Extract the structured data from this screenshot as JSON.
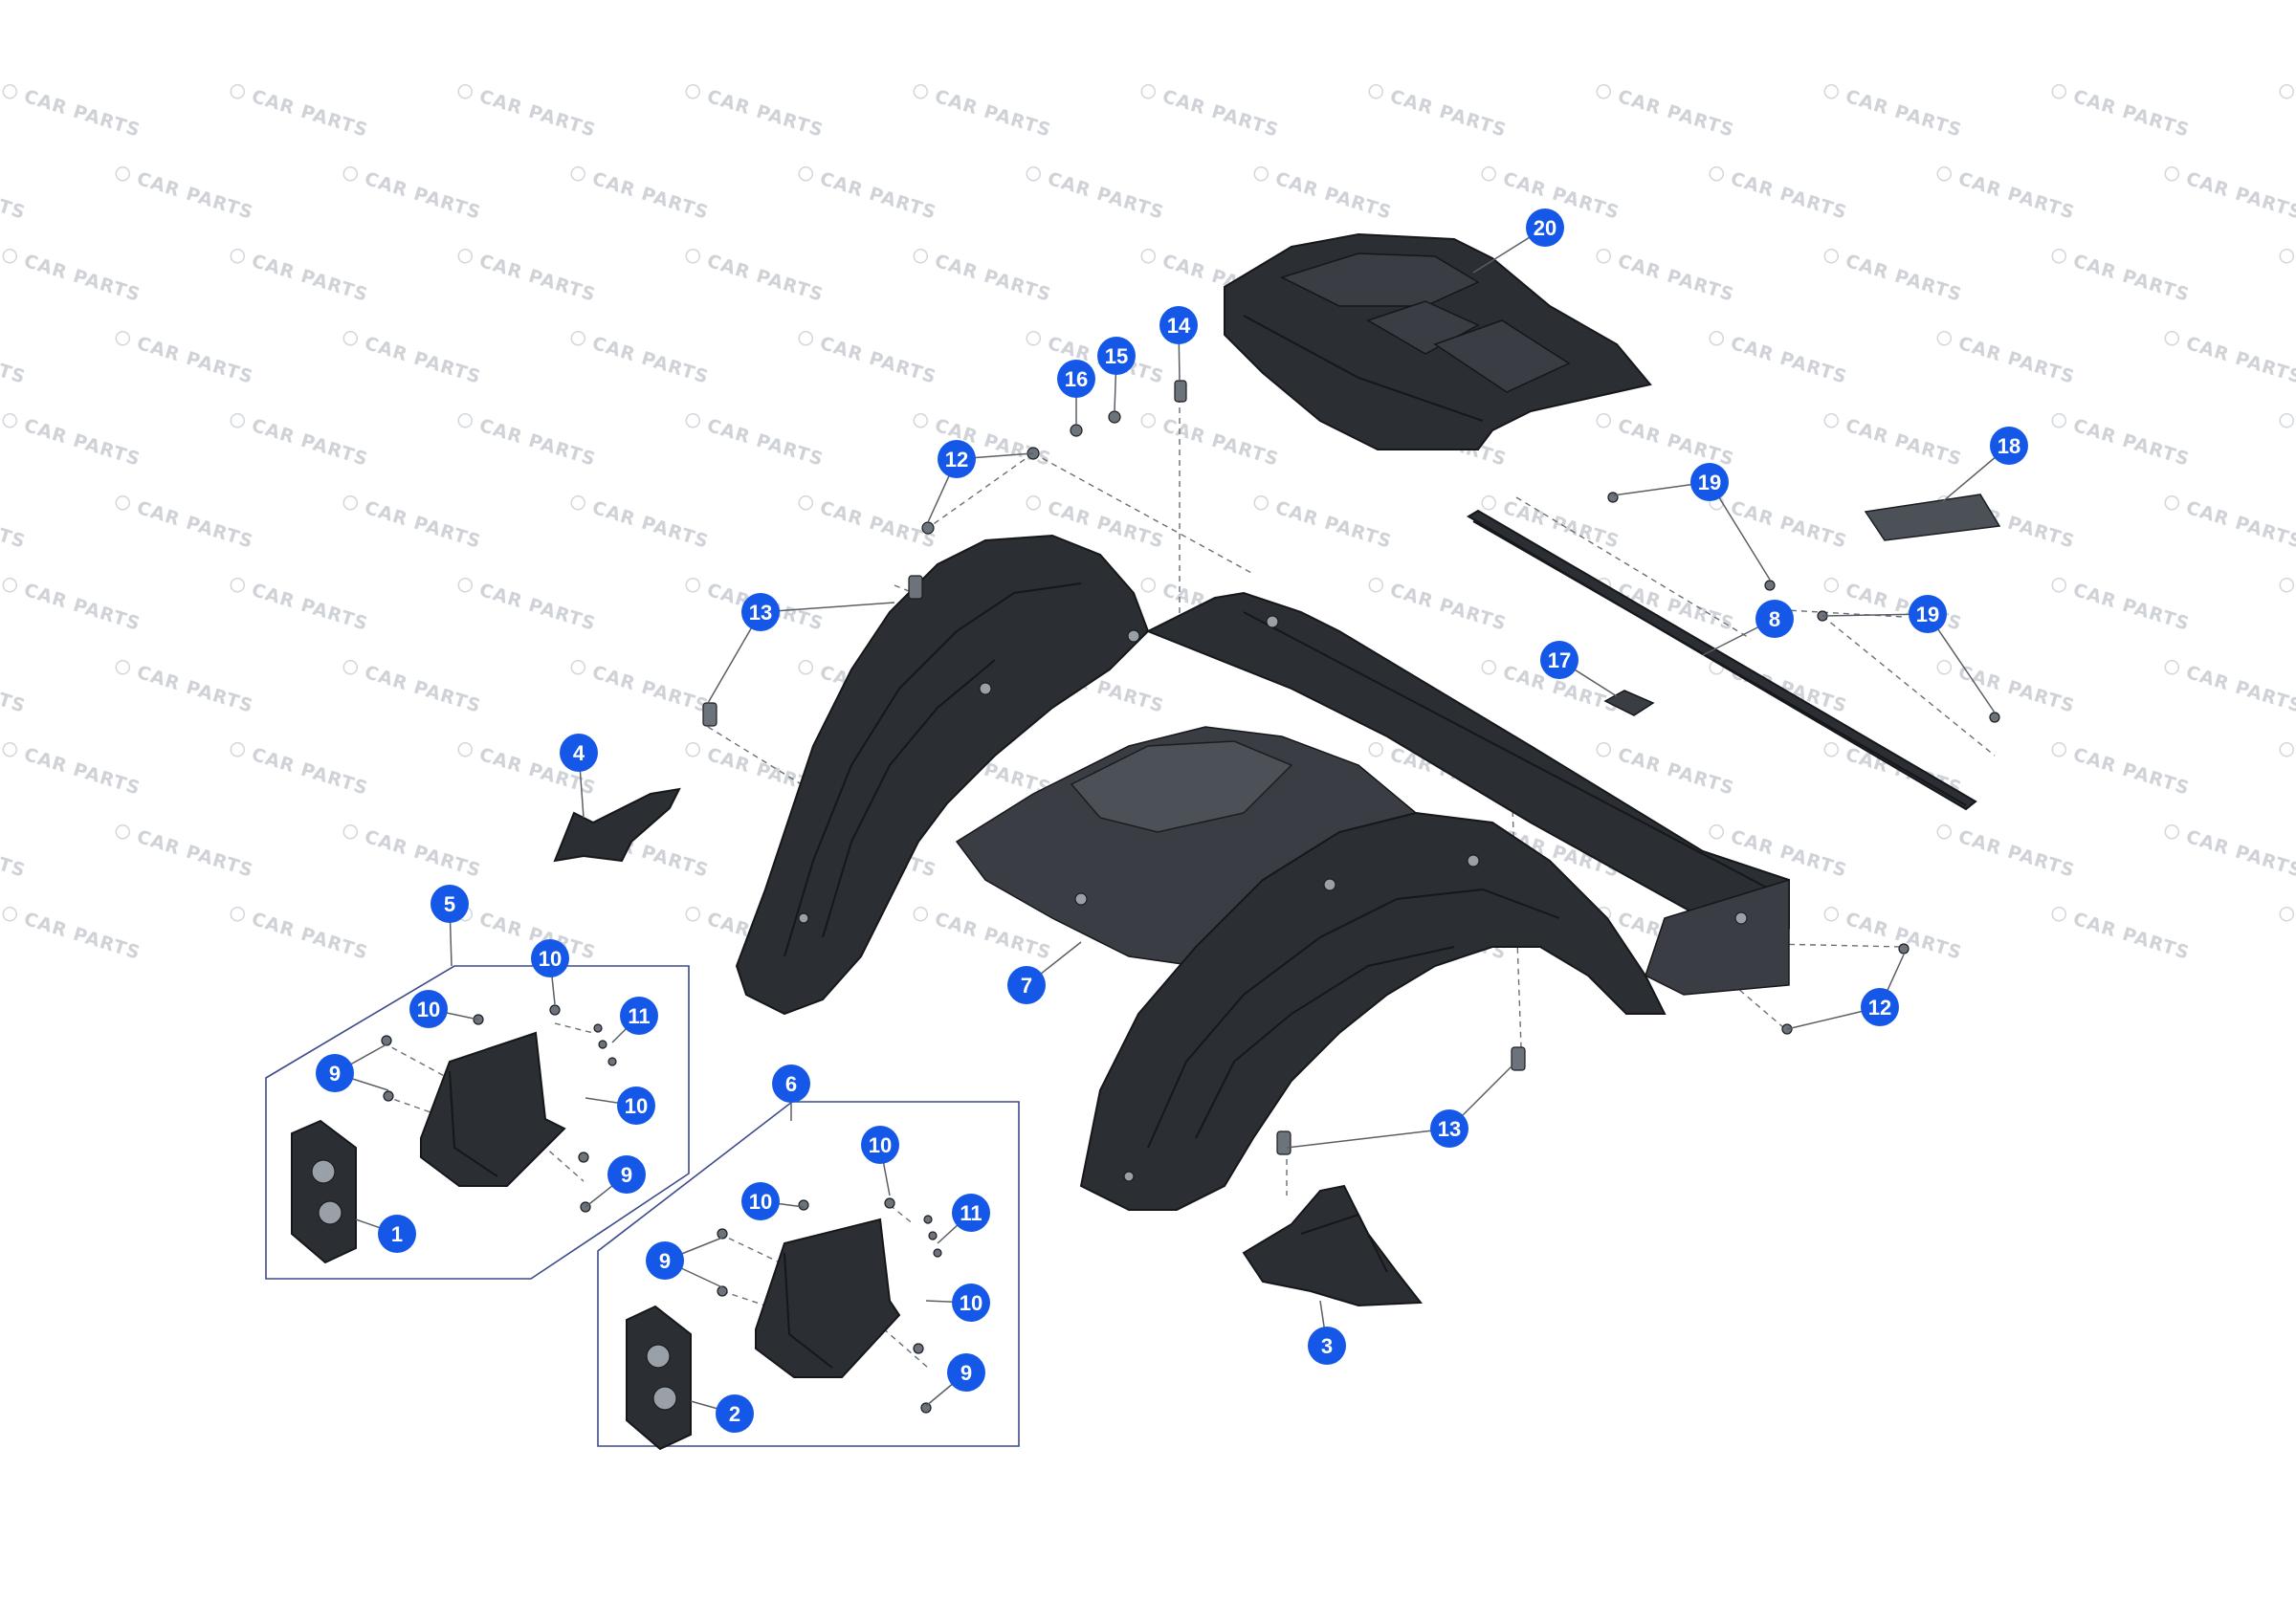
{
  "watermark": {
    "text": "CAR PARTS",
    "logo_icon": "car-parts-logo-icon",
    "color": "#cfd3d8"
  },
  "callout_color": "#1558e8",
  "callouts": [
    {
      "id": "c20",
      "label": "20"
    },
    {
      "id": "c14",
      "label": "14"
    },
    {
      "id": "c15",
      "label": "15"
    },
    {
      "id": "c16",
      "label": "16"
    },
    {
      "id": "c12a",
      "label": "12"
    },
    {
      "id": "c18",
      "label": "18"
    },
    {
      "id": "c19a",
      "label": "19"
    },
    {
      "id": "c19b",
      "label": "19"
    },
    {
      "id": "c13a",
      "label": "13"
    },
    {
      "id": "c8",
      "label": "8"
    },
    {
      "id": "c17",
      "label": "17"
    },
    {
      "id": "c4",
      "label": "4"
    },
    {
      "id": "c5",
      "label": "5"
    },
    {
      "id": "c7",
      "label": "7"
    },
    {
      "id": "c12b",
      "label": "12"
    },
    {
      "id": "c10a",
      "label": "10"
    },
    {
      "id": "c10b",
      "label": "10"
    },
    {
      "id": "c11a",
      "label": "11"
    },
    {
      "id": "c9a",
      "label": "9"
    },
    {
      "id": "c10c",
      "label": "10"
    },
    {
      "id": "c6",
      "label": "6"
    },
    {
      "id": "c13b",
      "label": "13"
    },
    {
      "id": "c9b",
      "label": "9"
    },
    {
      "id": "c10d",
      "label": "10"
    },
    {
      "id": "c1",
      "label": "1"
    },
    {
      "id": "c10e",
      "label": "10"
    },
    {
      "id": "c11b",
      "label": "11"
    },
    {
      "id": "c9c",
      "label": "9"
    },
    {
      "id": "c10f",
      "label": "10"
    },
    {
      "id": "c3",
      "label": "3"
    },
    {
      "id": "c9d",
      "label": "9"
    },
    {
      "id": "c2",
      "label": "2"
    }
  ]
}
